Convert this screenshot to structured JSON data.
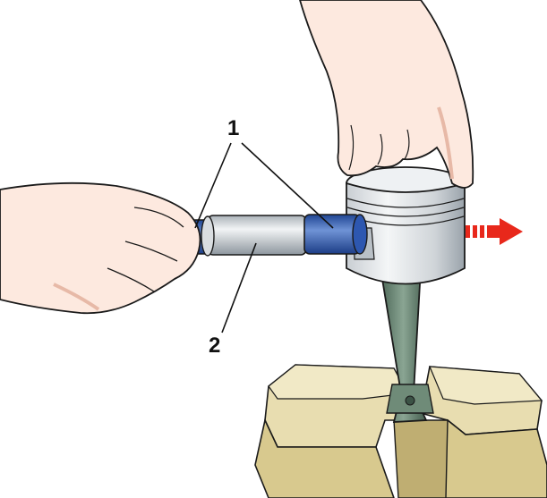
{
  "callouts": [
    {
      "number": "1",
      "part": "sleeve"
    },
    {
      "number": "2",
      "part": "mandrel"
    }
  ],
  "colors": {
    "skin": "#fde9df",
    "skin_shadow": "#e7b9a7",
    "metal": "#d9dde0",
    "metal_dark": "#9aa3ab",
    "blue": "#2d57b0",
    "blue_light": "#6f93d6",
    "rod_green": "#5f7d6a",
    "vise": "#e8ddb0",
    "vise_shadow": "#bfae72",
    "arrow": "#e8281b",
    "outline": "#1a1a1a"
  },
  "icons": {
    "direction_arrow": "arrow-right-dashed-icon"
  }
}
